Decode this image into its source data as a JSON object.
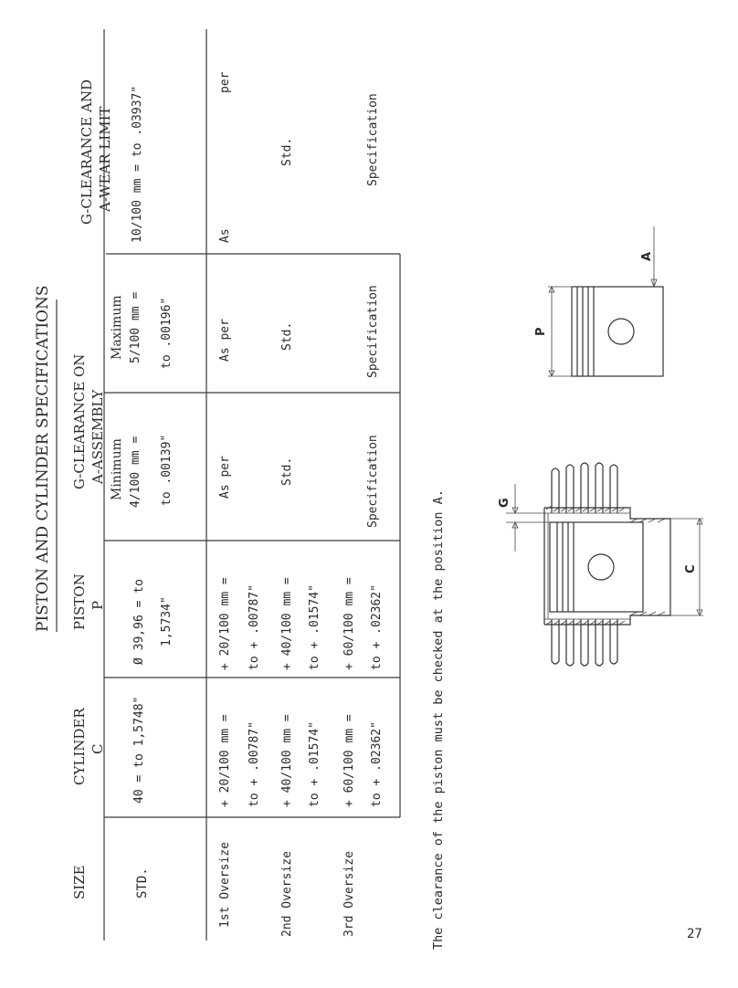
{
  "title": "PISTON AND CYLINDER SPECIFICATIONS",
  "headers": {
    "size": "SIZE",
    "cylinder": "CYLINDER",
    "cylinder_sub": "C",
    "piston": "PISTON",
    "piston_sub": "P",
    "assembly_line1": "G-CLEARANCE ON",
    "assembly_line2": "A-ASSEMBLY",
    "min_line1": "Minimum",
    "min_line2": "4/100 mm =",
    "max_line1": "Maximum",
    "max_line2": "5/100 mm =",
    "wear_line1": "G-CLEARANCE AND",
    "wear_line2": "A-WEAR LIMIT"
  },
  "rows": [
    {
      "size": "STD.",
      "cylinder": [
        "40 = to 1,5748\""
      ],
      "piston": [
        "Ø 39,96 = to",
        "1,5734\""
      ],
      "min": [
        "to .00139\""
      ],
      "max": [
        "to .00196\""
      ],
      "wear": [
        "10/100 mm = to .03937\""
      ]
    },
    {
      "size": "1st Oversize",
      "cylinder": [
        "+ 20/100 mm =",
        "to + .00787\""
      ],
      "piston": [
        "+ 20/100 mm =",
        "to + .00787\""
      ],
      "min": [
        "As per"
      ],
      "max": [
        "As per"
      ],
      "wear": [
        "As",
        "per"
      ]
    },
    {
      "size": "2nd Oversize",
      "cylinder": [
        "+ 40/100 mm =",
        "to + .01574\""
      ],
      "piston": [
        "+ 40/100 mm =",
        "to + .01574\""
      ],
      "min": [
        "Std."
      ],
      "max": [
        "Std."
      ],
      "wear": [
        "Std."
      ]
    },
    {
      "size": "3rd Oversize",
      "cylinder": [
        "+ 60/100 mm =",
        "to + .02362\""
      ],
      "piston": [
        "+ 60/100 mm =",
        "to + .02362\""
      ],
      "min": [
        "Specification"
      ],
      "max": [
        "Specification"
      ],
      "wear": [
        "Specification"
      ]
    }
  ],
  "footnote": "The clearance of the piston must be checked at the position A.",
  "diagram_labels": {
    "g": "G",
    "c": "C",
    "p": "P",
    "a": "A"
  },
  "page_number": "27"
}
